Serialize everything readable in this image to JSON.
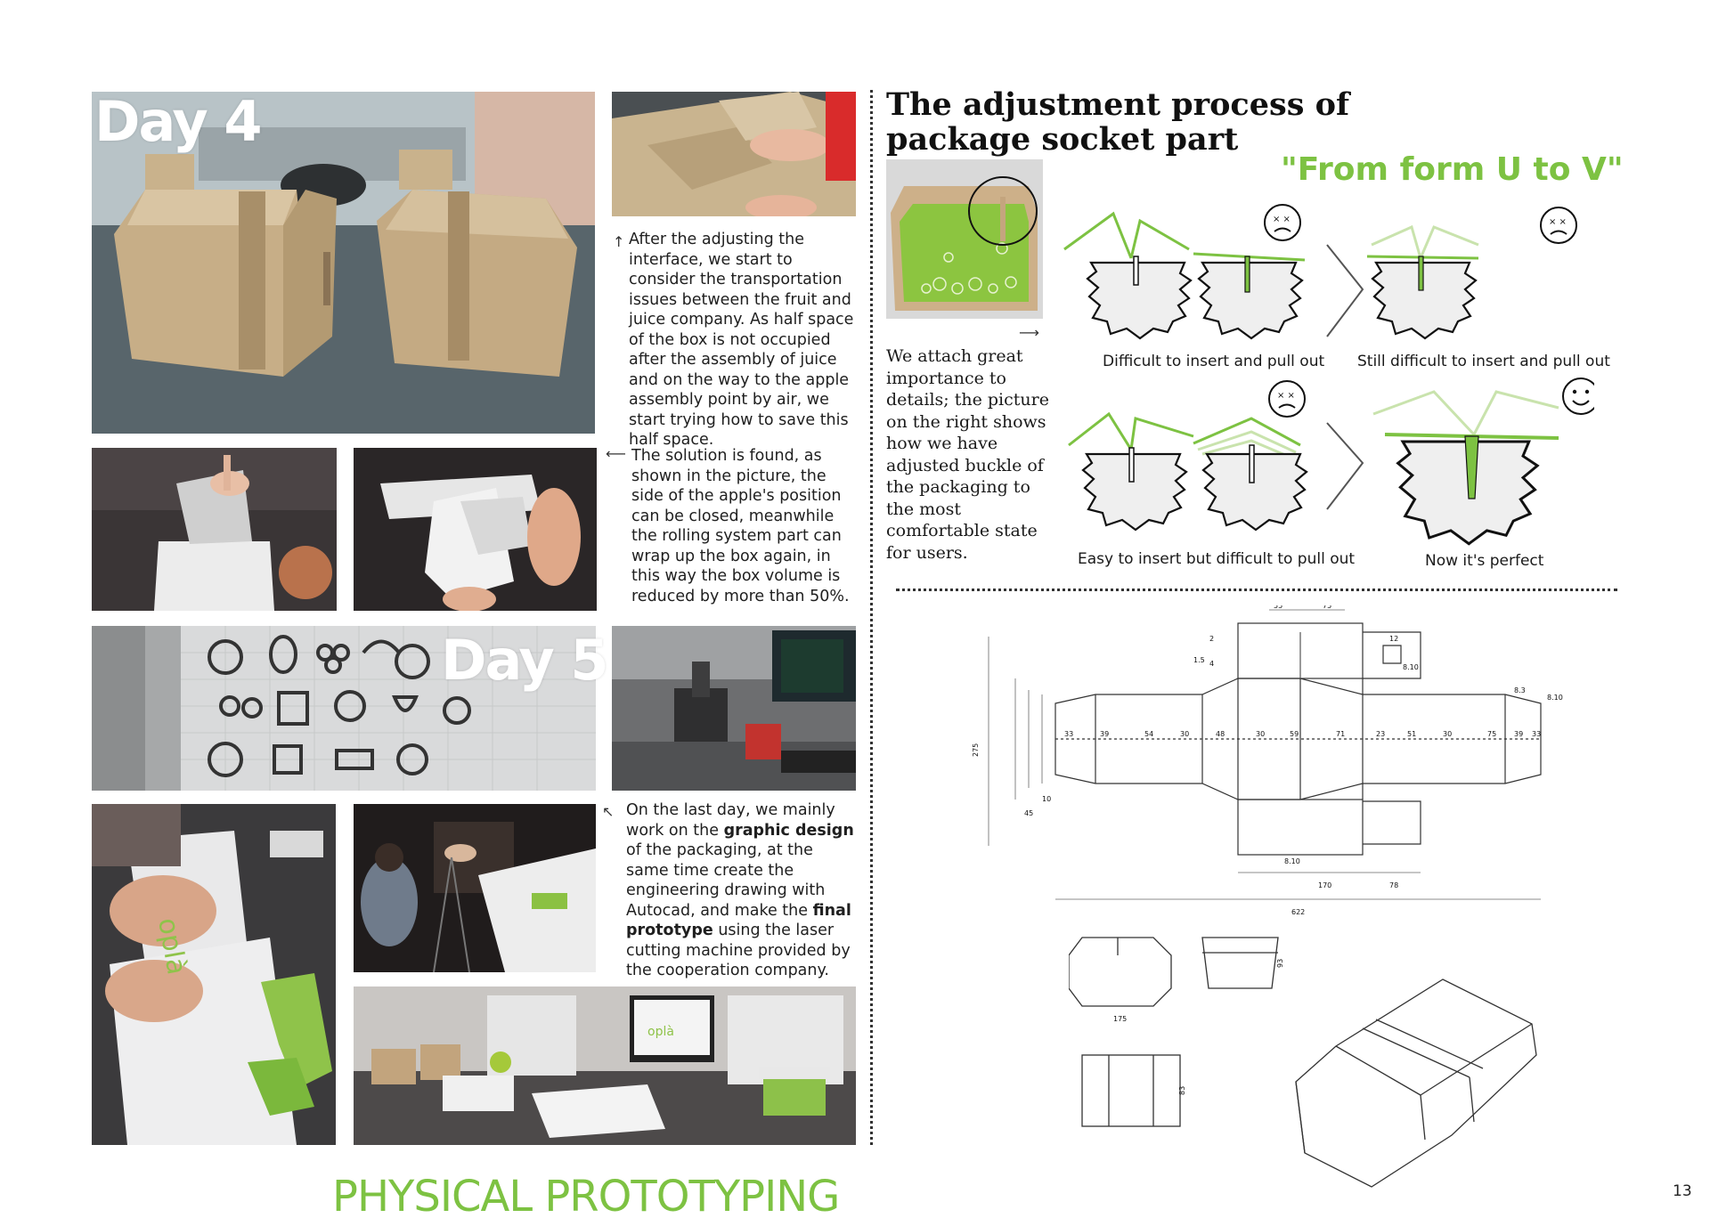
{
  "colors": {
    "accent": "#7dc242",
    "cardboard": "#c8b493",
    "text": "#1a1a1a"
  },
  "day4": {
    "label": "Day 4"
  },
  "day5": {
    "label": "Day 5"
  },
  "captions": {
    "c1": "After the adjusting the interface, we start to consider the transportation issues between the fruit and juice company. As half space of the box is not occupied after the assembly of juice and on the way to the apple assembly point by air, we start trying how to save this half space.",
    "c2": "The solution is found, as shown in the picture, the side of the apple's position can be closed, meanwhile the rolling system part can wrap up the box again, in this way the box volume is reduced by more than 50%.",
    "c3_a": "On the last day, we mainly work on the ",
    "c3_b": "graphic design",
    "c3_c": " of the packaging, at the same time create the engineering drawing with Autocad, and make the ",
    "c3_d": "final prototype",
    "c3_e": " using the laser cutting machine provided by the cooperation company."
  },
  "arrows": {
    "up": "↑",
    "left": "⟵",
    "diag": "↖",
    "right": "⟶"
  },
  "adjust": {
    "title_line1": "The adjustment process of",
    "title_line2": "package socket part",
    "quote": "\"From form U to V\"",
    "body": "We attach great importance to details; the picture on the right shows how we have adjusted buckle of the packaging to the most comfortable state for users.",
    "label1": "Difficult to insert and pull out",
    "label2": "Still difficult to insert and pull out",
    "label3": "Easy to insert but difficult to pull out",
    "label4": "Now it's perfect"
  },
  "section_title": "PHYSICAL PROTOTYPING",
  "page_number": "13"
}
